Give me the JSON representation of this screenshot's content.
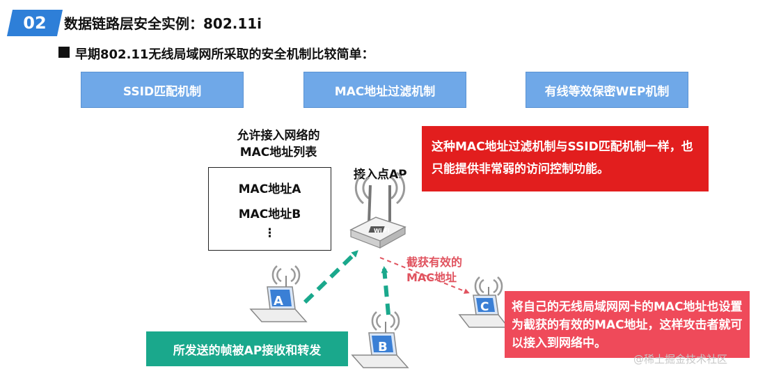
{
  "header": {
    "badge": "02",
    "title": "数据链路层安全实例：802.11i"
  },
  "subtitle": "早期802.11无线局域网所采取的安全机制比较简单：",
  "mechanisms": [
    "SSID匹配机制",
    "MAC地址过滤机制",
    "有线等效保密WEP机制"
  ],
  "mac_list": {
    "title_line1": "允许接入网络的",
    "title_line2": "MAC地址列表",
    "items": [
      "MAC地址A",
      "MAC地址B",
      "⋮"
    ]
  },
  "access_point": {
    "label": "接入点AP",
    "device_text": "Wi Fi"
  },
  "note_red_top": "这种MAC地址过滤机制与SSID匹配机制一样，也只能提供非常弱的访问控制功能。",
  "note_intercept": {
    "line1": "截获有效的",
    "line2": "MAC地址"
  },
  "note_red_bottom": "将自己的无线局域网网卡的MAC地址也设置为截获的有效的MAC地址，这样攻击者就可以接入到网络中。",
  "note_green": "所发送的帧被AP接收和转发",
  "laptops": [
    "A",
    "B",
    "C"
  ],
  "watermark": "@稀土掘金技术社区",
  "colors": {
    "badge": "#2e7fd8",
    "mechanism_box": "#6fa8e8",
    "red_box": "#e21e1e",
    "red_box_light": "#ef4a5a",
    "green_box": "#1aa88c",
    "arrow_green": "#1aa88c",
    "arrow_red": "#e0525e"
  }
}
